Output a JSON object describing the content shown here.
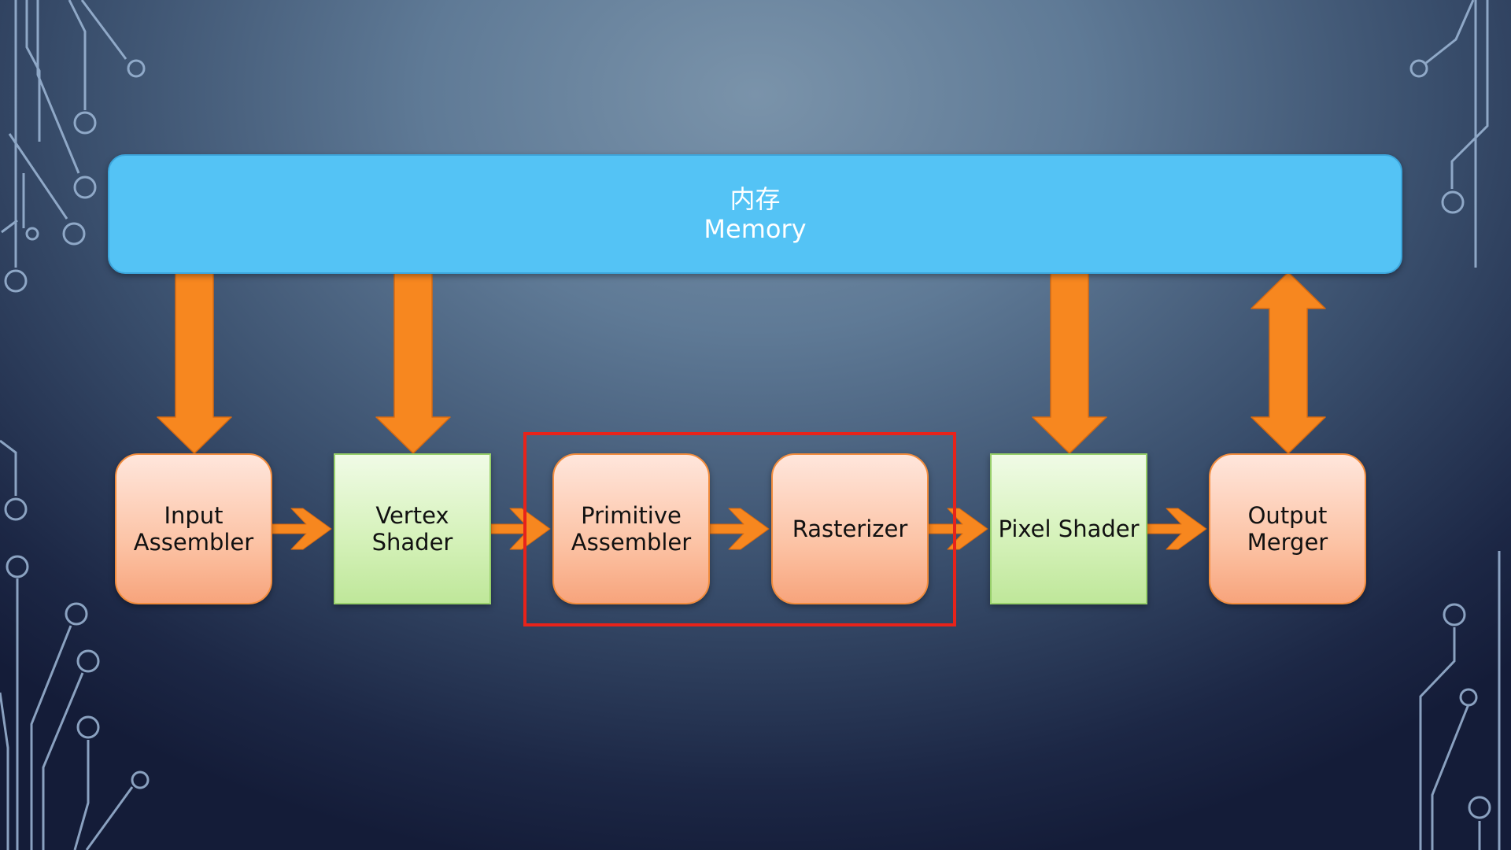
{
  "memory": {
    "label_cn": "内存",
    "label_en": "Memory"
  },
  "stages": [
    {
      "label": "Input\nAssembler",
      "style": "orange"
    },
    {
      "label": "Vertex\nShader",
      "style": "green"
    },
    {
      "label": "Primitive\nAssembler",
      "style": "orange"
    },
    {
      "label": "Rasterizer",
      "style": "orange"
    },
    {
      "label": "Pixel Shader",
      "style": "green"
    },
    {
      "label": "Output\nMerger",
      "style": "orange"
    }
  ],
  "colors": {
    "memory": "#54c3f5",
    "arrow": "#f7871f",
    "stage_orange": "#fcc3a5",
    "stage_green": "#d6f2bb",
    "highlight": "#e8231a",
    "circuit": "#9fb9d8"
  }
}
